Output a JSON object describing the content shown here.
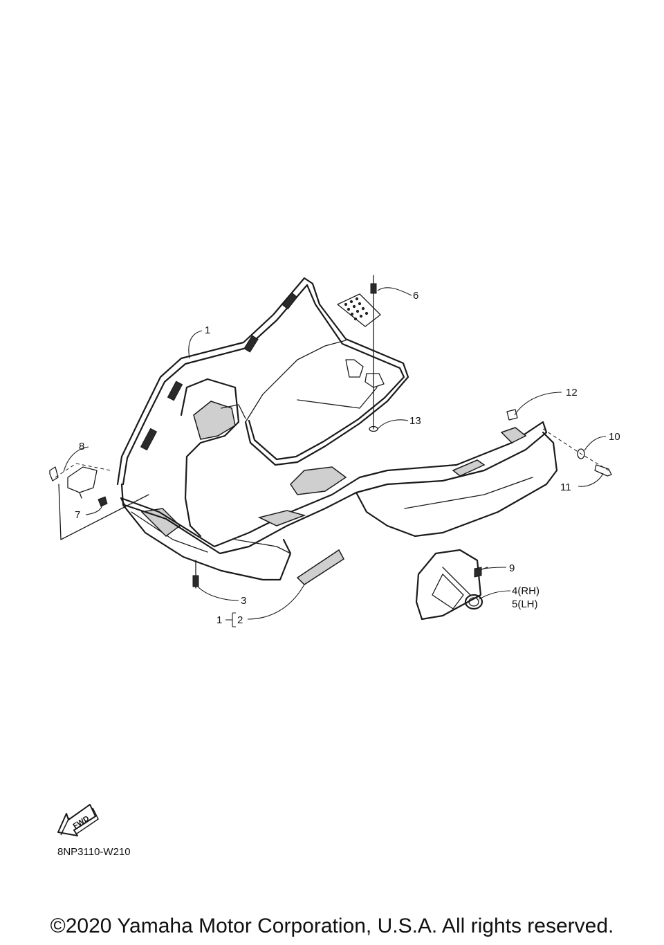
{
  "callouts": {
    "c1_top": "1",
    "c2": "2",
    "c1_bracket": "1",
    "c3": "3",
    "c4": "4(RH)",
    "c5": "5(LH)",
    "c6": "6",
    "c7": "7",
    "c8": "8",
    "c9": "9",
    "c10": "10",
    "c11": "11",
    "c12": "12",
    "c13": "13"
  },
  "fwd_label": "FWD",
  "diagram_code": "8NP3110-W210",
  "copyright": "©2020 Yamaha Motor Corporation, U.S.A. All rights reserved."
}
